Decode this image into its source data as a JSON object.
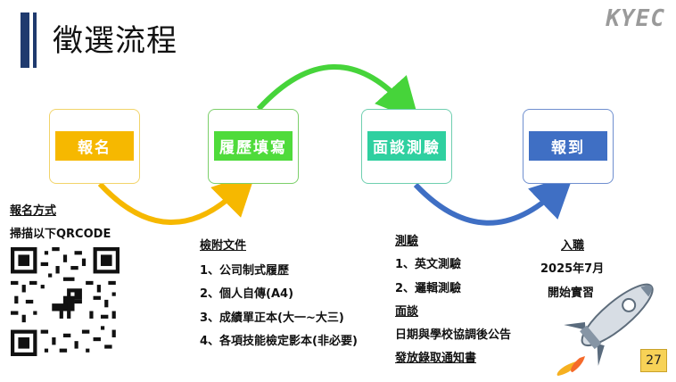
{
  "title": "徵選流程",
  "brand": "KYEC",
  "steps": [
    {
      "label": "報名",
      "color": "#f6b800",
      "border": "#f2d46a"
    },
    {
      "label": "履歷填寫",
      "color": "#4fdb3b",
      "border": "#7ccf6a"
    },
    {
      "label": "面談測驗",
      "color": "#2fd0a0",
      "border": "#6fcfb0"
    },
    {
      "label": "報到",
      "color": "#3f6fc4",
      "border": "#6f8fcf"
    }
  ],
  "signup": {
    "heading": "報名方式",
    "instruction": "掃描以下QRCODE"
  },
  "documents": {
    "heading": "檢附文件",
    "items": [
      "1、公司制式履歷",
      "2、個人自傳(A4)",
      "3、成績單正本(大一~大三)",
      "4、各項技能檢定影本(非必要)"
    ]
  },
  "tests": {
    "heading": "測驗",
    "items": [
      "1、英文測驗",
      "2、邏輯測驗"
    ],
    "interview_heading": "面談",
    "interview_note": "日期與學校協調後公告",
    "notice": "發放錄取通知書"
  },
  "onboard": {
    "heading": "入職",
    "date": "2025年7月",
    "note": "開始實習"
  },
  "page_number": "27"
}
